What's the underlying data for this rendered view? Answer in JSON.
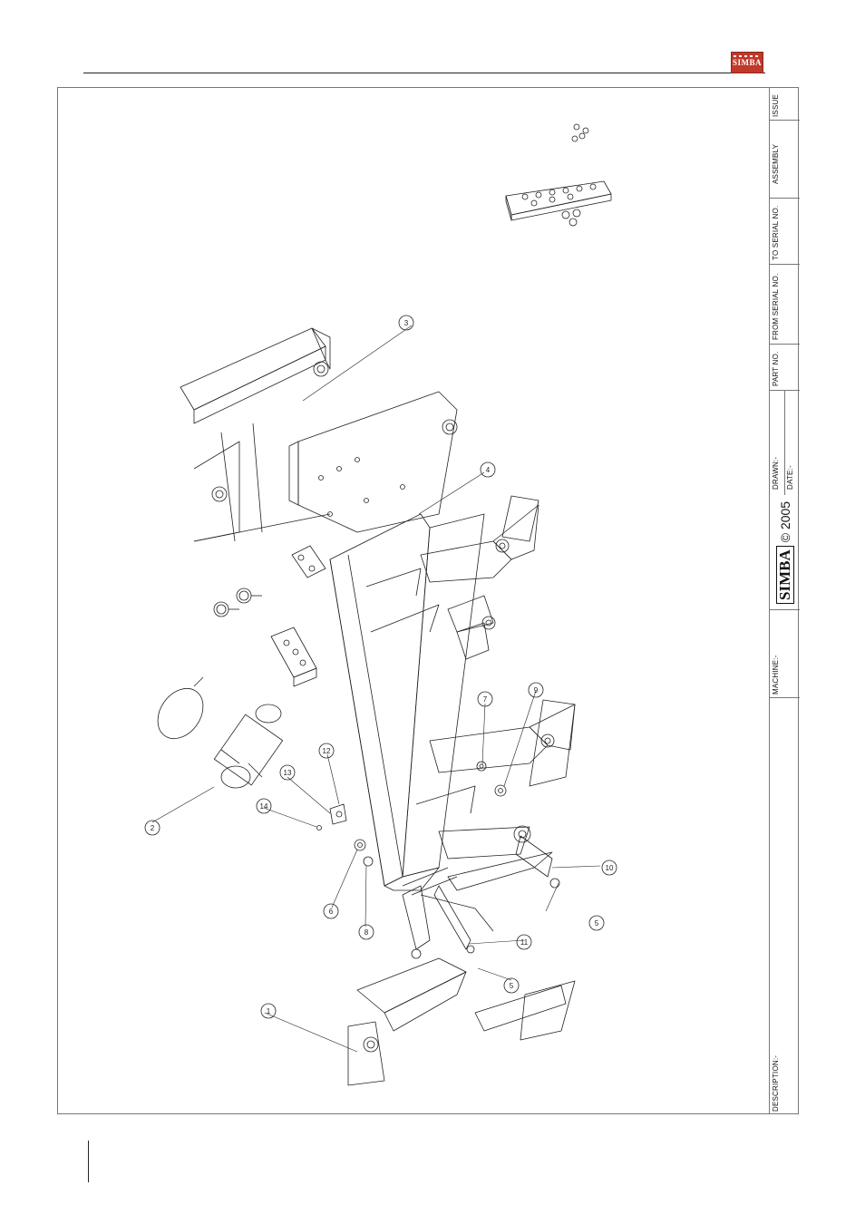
{
  "header": {
    "logo_text": "SIMBA"
  },
  "title_block": {
    "issue_label": "ISSUE",
    "assembly_label": "ASSEMBLY",
    "to_serial_label": "TO SERIAL NO.",
    "from_serial_label": "FROM SERIAL NO.",
    "part_no_label": "PART NO.",
    "drawn_label": "DRAWN:-",
    "date_label": "DATE:-",
    "brand": "SIMBA",
    "copyright": "© 2005",
    "machine_label": "MACHINE:-",
    "description_label": "DESCRIPTION:-"
  },
  "callouts": [
    "1",
    "2",
    "3",
    "4",
    "5",
    "5",
    "6",
    "7",
    "8",
    "9",
    "10",
    "11",
    "12",
    "13",
    "14"
  ],
  "colors": {
    "line": "#222222",
    "frame": "#777777",
    "logo": "#c0392b"
  }
}
